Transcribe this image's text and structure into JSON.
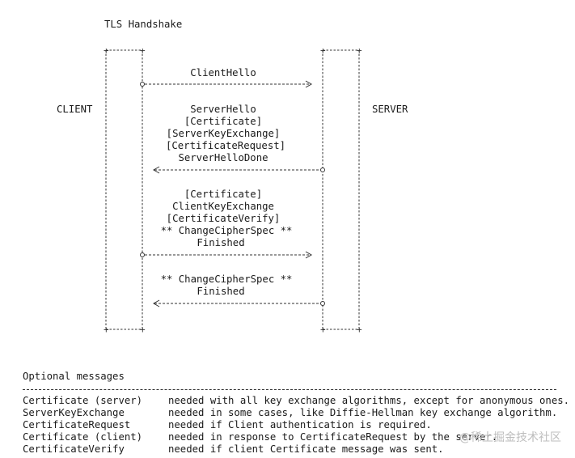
{
  "title": "TLS Handshake",
  "client_label": "CLIENT",
  "server_label": "SERVER",
  "flights": [
    {
      "direction": "client-to-server",
      "messages": [
        "ClientHello"
      ]
    },
    {
      "direction": "server-to-client",
      "messages": [
        "ServerHello",
        "[Certificate]",
        "[ServerKeyExchange]",
        "[CertificateRequest]",
        "ServerHelloDone"
      ]
    },
    {
      "direction": "client-to-server",
      "messages": [
        "[Certificate]",
        "ClientKeyExchange",
        "[CertificateVerify]",
        "** ChangeCipherSpec **",
        "Finished"
      ]
    },
    {
      "direction": "server-to-client",
      "messages": [
        "** ChangeCipherSpec **",
        "Finished"
      ]
    }
  ],
  "optional": {
    "heading": "Optional messages",
    "rows": [
      {
        "name": "Certificate (server)",
        "desc": "needed with all key exchange algorithms, except for anonymous ones."
      },
      {
        "name": "ServerKeyExchange",
        "desc": "needed in some cases, like Diffie-Hellman key exchange algorithm."
      },
      {
        "name": "CertificateRequest",
        "desc": "needed if Client authentication is required."
      },
      {
        "name": "Certificate (client)",
        "desc": "needed in response to CertificateRequest by the server."
      },
      {
        "name": "CertificateVerify",
        "desc": "needed if client Certificate message was sent."
      }
    ]
  },
  "watermark": "@稀土掘金技术社区",
  "colors": {
    "text": "#1a1a1a",
    "line": "#333333",
    "watermark": "#bdbdbd"
  }
}
